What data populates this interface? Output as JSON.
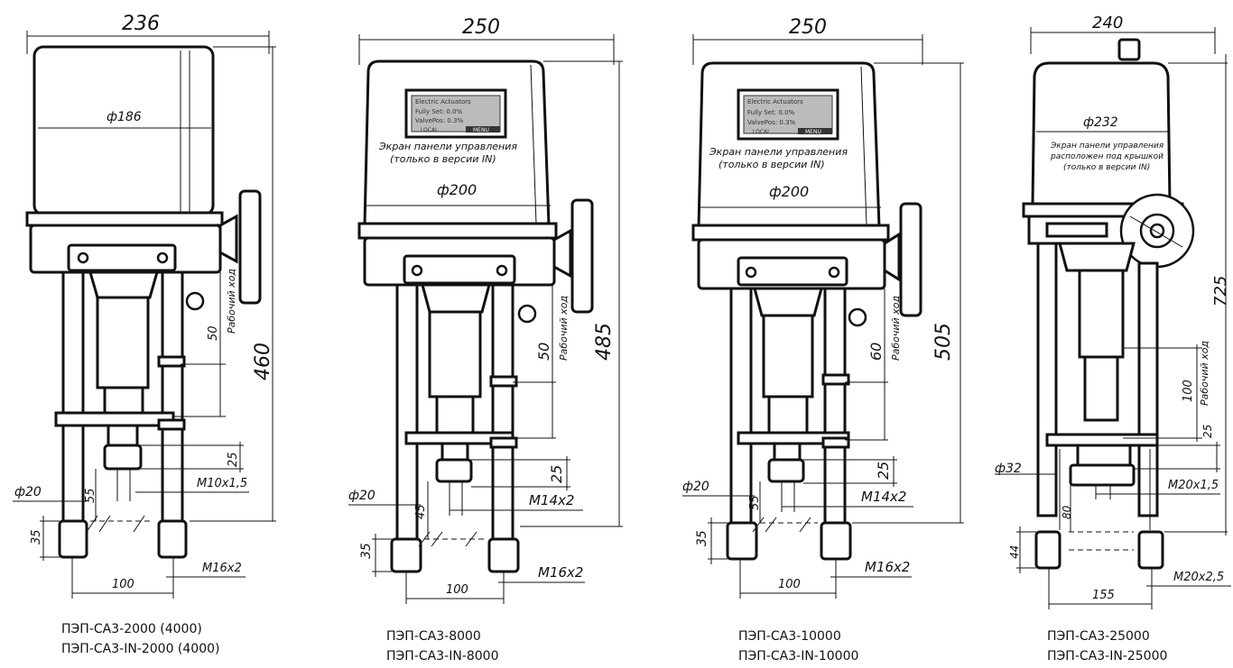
{
  "drawings": [
    {
      "dim_width": "236",
      "dim_diameter": "ф186",
      "dim_height": "460",
      "dim_stroke_a": "50",
      "stroke_label": "Рабочий ход",
      "dim_b": "25",
      "thread_rod": "M10x1,5",
      "dim_c": "55",
      "dim_rod": "ф20",
      "dim_d": "35",
      "dim_spacing": "100",
      "thread_foot": "M16x2",
      "caption_1": "ПЭП-СА3-2000 (4000)",
      "caption_2": "ПЭП-СА3-IN-2000 (4000)"
    },
    {
      "dim_width": "250",
      "screen_title": "Electric Actuators",
      "screen_row1": "Fully Set: 0.0%",
      "screen_row2": "ValvePos: 0.3%",
      "screen_btn1": "LOCAL",
      "screen_btn2": "MENU",
      "screen_note_1": "Экран панели управления",
      "screen_note_2": "(только в версии IN)",
      "dim_diameter": "ф200",
      "dim_height": "485",
      "dim_stroke_a": "50",
      "stroke_label": "Рабочий ход",
      "dim_b": "25",
      "thread_rod": "M14x2",
      "dim_c": "45",
      "dim_rod": "ф20",
      "dim_d": "35",
      "dim_spacing": "100",
      "thread_foot": "M16x2",
      "caption_1": "ПЭП-СА3-8000",
      "caption_2": "ПЭП-СА3-IN-8000"
    },
    {
      "dim_width": "250",
      "screen_title": "Electric Actuators",
      "screen_row1": "Fully Set: 0.0%",
      "screen_row2": "ValvePos: 0.3%",
      "screen_btn1": "LOCAL",
      "screen_btn2": "MENU",
      "screen_note_1": "Экран панели управления",
      "screen_note_2": "(только в версии IN)",
      "dim_diameter": "ф200",
      "dim_height": "505",
      "dim_stroke_a": "60",
      "stroke_label": "Рабочий ход",
      "dim_b": "25",
      "thread_rod": "M14x2",
      "dim_c": "55",
      "dim_rod": "ф20",
      "dim_d": "35",
      "dim_spacing": "100",
      "thread_foot": "M16x2",
      "caption_1": "ПЭП-СА3-10000",
      "caption_2": "ПЭП-СА3-IN-10000"
    },
    {
      "dim_width": "240",
      "dim_diameter": "ф232",
      "screen_note_1": "Экран панели управления",
      "screen_note_2": "расположен под крышкой",
      "screen_note_3": "(только в версии IN)",
      "dim_height": "725",
      "dim_stroke_a": "100",
      "stroke_label": "Рабочий ход",
      "dim_b": "25",
      "thread_rod": "M20x1,5",
      "dim_c": "80",
      "dim_rod": "ф32",
      "dim_d": "44",
      "dim_spacing": "155",
      "thread_foot": "M20x2,5",
      "caption_1": "ПЭП-СА3-25000",
      "caption_2": "ПЭП-СА3-IN-25000"
    }
  ]
}
